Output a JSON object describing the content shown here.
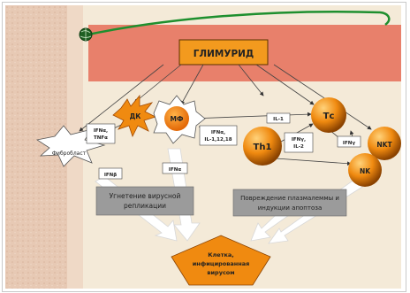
{
  "title": "ГЛИМУРИД",
  "cells": {
    "dk": "ДК",
    "mf": "МФ",
    "tc": "Тс",
    "th1": "Th1",
    "nkt": "NKT",
    "nk": "NK",
    "fibroblast": "Фибробласт"
  },
  "labels": {
    "ifn_tnf": [
      "IFNα,",
      "TNFα"
    ],
    "ifnb": "IFNβ",
    "ifna_left": "IFNα",
    "il1": "IL-1",
    "ifna_il": [
      "IFNα,",
      "IL-1,12,18"
    ],
    "ifng_il2": [
      "IFNγ,",
      "IL-2"
    ],
    "ifng": "IFNγ"
  },
  "boxes": {
    "replication": [
      "Угнетение вирусной",
      "репликации"
    ],
    "damage": [
      "Повреждение плазмалеммы и",
      "индукции апоптоза"
    ]
  },
  "target": [
    "Клетка,",
    "инфицированная",
    "вирусом"
  ],
  "colors": {
    "title_fill": "#f39a1e",
    "band": "#e8806b",
    "background": "#f4ead8",
    "cell_orange": "#f08a10",
    "gray_box": "#9b9b9b",
    "curve": "#1e8f2e"
  }
}
